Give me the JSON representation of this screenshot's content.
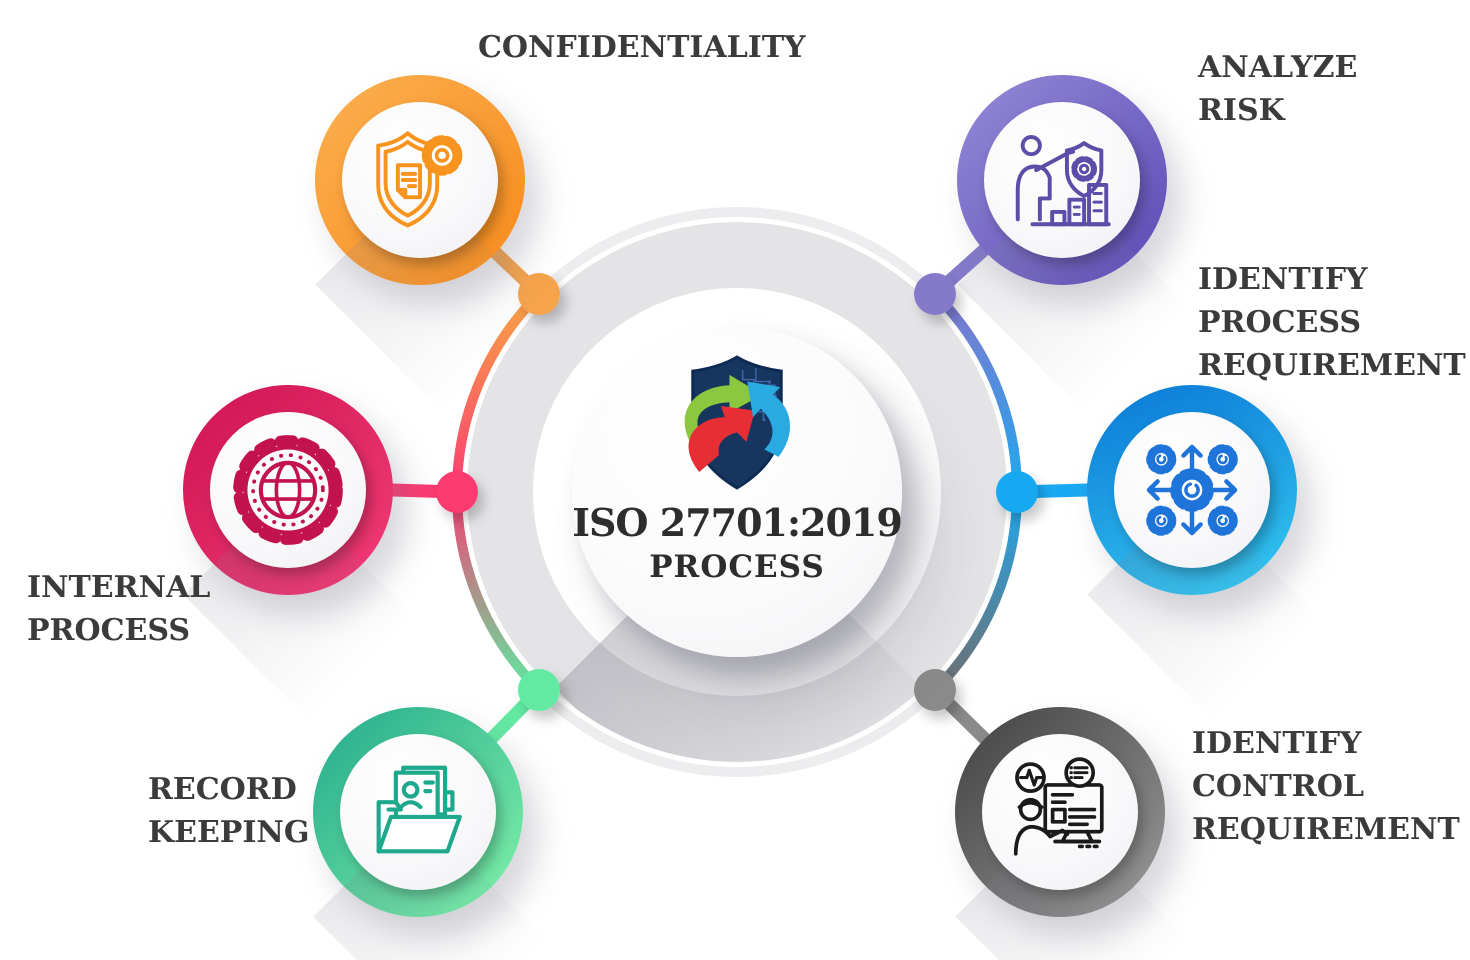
{
  "title": {
    "line1": "ISO 27701:2019",
    "line2": "PROCESS"
  },
  "center_logo": "shield-circuit-arrows-logo",
  "nodes": [
    {
      "id": "confidentiality",
      "label_lines": [
        "CONFIDENTIALITY"
      ],
      "icon": "shield-document-gear-icon",
      "ring_color": "#F7941E",
      "ring_color_light": "#FBB052",
      "dot_color": "#F6A44C",
      "icon_color": "#F7941E"
    },
    {
      "id": "analyze-risk",
      "label_lines": [
        "ANALYZE",
        "RISK"
      ],
      "icon": "person-shield-gear-chart-icon",
      "ring_color": "#5B4AB5",
      "ring_color_light": "#948AD8",
      "dot_color": "#847AC9",
      "icon_color": "#5B4EA8"
    },
    {
      "id": "identify-process-requirement",
      "label_lines": [
        "IDENTIFY",
        "PROCESS",
        "REQUIREMENT"
      ],
      "icon": "gears-directional-arrows-icon",
      "ring_color": "#0A77D6",
      "ring_color_light": "#35CBF2",
      "dot_color": "#19A9F2",
      "icon_color": "#1E74D8"
    },
    {
      "id": "identify-control-requirement",
      "label_lines": [
        "IDENTIFY",
        "CONTROL",
        "REQUIREMENT"
      ],
      "icon": "person-computer-checklist-icon",
      "ring_color": "#3F3F3F",
      "ring_color_light": "#9C9C9C",
      "dot_color": "#8A8A8A",
      "icon_color": "#1A1A1A"
    },
    {
      "id": "record-keeping",
      "label_lines": [
        "RECORD",
        "KEEPING"
      ],
      "icon": "folder-id-records-icon",
      "ring_color": "#23A98C",
      "ring_color_light": "#81F3A9",
      "dot_color": "#62E9A2",
      "icon_color": "#1EA98D"
    },
    {
      "id": "internal-process",
      "label_lines": [
        "INTERNAL",
        "PROCESS"
      ],
      "icon": "gear-globe-icon",
      "ring_color": "#CE1452",
      "ring_color_light": "#F23C77",
      "dot_color": "#FB3A72",
      "icon_color": "#C2134E"
    }
  ],
  "colors": {
    "background": "#FFFFFF",
    "text": "#3B3B3B",
    "title_text": "#2D2D2D",
    "neutral_ring": "#EDEDEF",
    "donut": "#E4E4E7",
    "logo_navy": "#16355F",
    "logo_circuit": "#4066A8",
    "logo_green": "#8DC63F",
    "logo_red": "#E62E34",
    "logo_cyan": "#29ABE2"
  }
}
